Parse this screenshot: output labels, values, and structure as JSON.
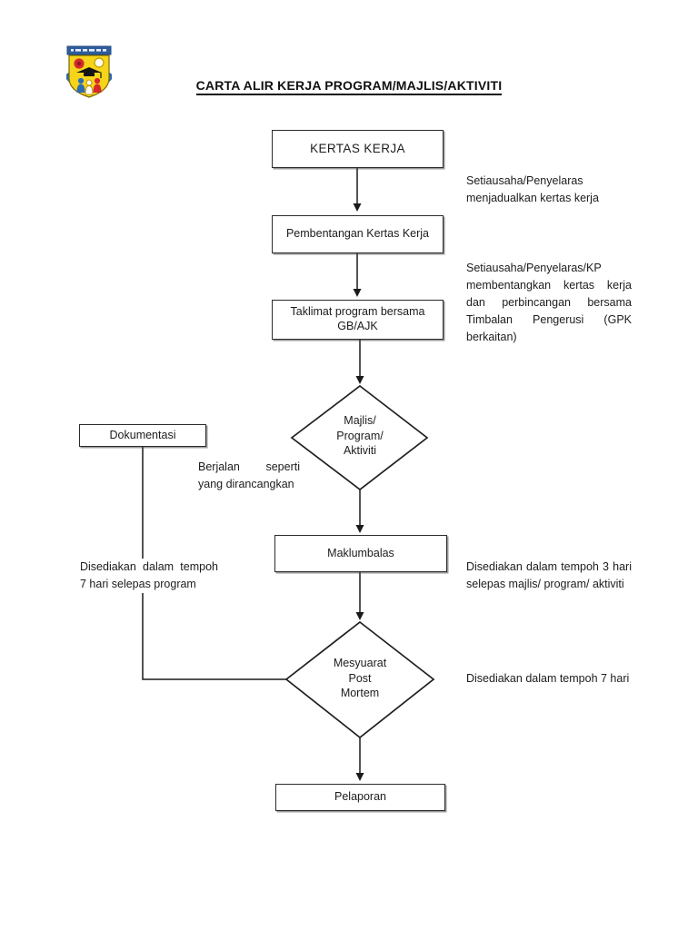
{
  "page": {
    "title": "CARTA ALIR KERJA PROGRAM/MAJLIS/AKTIVITI"
  },
  "logo": {
    "name": "school-crest",
    "colors": {
      "banner_blue": "#2e5d9f",
      "shield_yellow": "#f6d41a",
      "accent_red": "#d42a2e",
      "figure_blue": "#2e6cb5",
      "outline_brown": "#7d6a00",
      "cap_black": "#141414"
    }
  },
  "flowchart": {
    "nodes": {
      "kertas_kerja": {
        "type": "process",
        "label": "KERTAS KERJA"
      },
      "pembentangan": {
        "type": "process",
        "label": "Pembentangan Kertas Kerja"
      },
      "taklimat": {
        "type": "process",
        "label": "Taklimat program bersama GB/AJK"
      },
      "majlis": {
        "type": "decision",
        "label": "Majlis/\nProgram/\nAktiviti"
      },
      "maklumbalas": {
        "type": "process",
        "label": "Maklumbalas"
      },
      "post_mortem": {
        "type": "decision",
        "label": "Mesyuarat\nPost\nMortem"
      },
      "pelaporan": {
        "type": "process",
        "label": "Pelaporan"
      },
      "dokumentasi": {
        "type": "process",
        "label": "Dokumentasi"
      }
    },
    "edges": [
      {
        "from": "kertas_kerja",
        "to": "pembentangan",
        "style": "arrow"
      },
      {
        "from": "pembentangan",
        "to": "taklimat",
        "style": "arrow"
      },
      {
        "from": "taklimat",
        "to": "majlis",
        "style": "arrow"
      },
      {
        "from": "majlis",
        "to": "maklumbalas",
        "style": "arrow"
      },
      {
        "from": "maklumbalas",
        "to": "post_mortem",
        "style": "arrow"
      },
      {
        "from": "post_mortem",
        "to": "pelaporan",
        "style": "arrow"
      },
      {
        "from": "dokumentasi",
        "to": "post_mortem",
        "style": "plain-line"
      }
    ],
    "annotations": {
      "right_1": "Setiausaha/Penyelaras menjadualkan kertas kerja",
      "right_2": "Setiausaha/Penyelaras/KP membentangkan kertas kerja dan perbincangan bersama Timbalan Pengerusi (GPK berkaitan)",
      "branch": "Berjalan seperti yang dirancangkan",
      "left_1": "Disediakan dalam tempoh 7 hari selepas program",
      "right_3": "Disediakan dalam tempoh 3 hari selepas majlis/ program/ aktiviti",
      "right_4": "Disediakan dalam tempoh 7 hari"
    }
  }
}
